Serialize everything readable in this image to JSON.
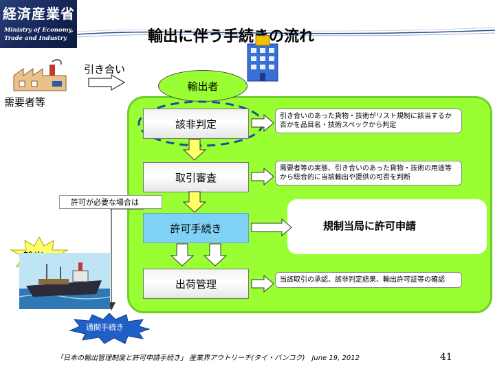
{
  "logo": {
    "jp": "経済産業省",
    "en_line1": "Ministry of Economy,",
    "en_line2": "Trade and Industry"
  },
  "title": "輸出に伴う手続きの流れ",
  "left": {
    "inquiry_label": "引き合い",
    "demander_label": "需要者等",
    "export_label": "輸出",
    "permit_needed_label": "許可が必要な場合は",
    "customs_label": "通関手続き"
  },
  "exporter": "輸出者",
  "steps": [
    {
      "label": "該非判定",
      "desc": "引き合いのあった貨物・技術がリスト規制に該当するか否かを品目名・技術スペックから判定"
    },
    {
      "label": "取引審査",
      "desc": "需要者等の実態、引き合いのあった貨物・技術の用途等から総合的に当該輸出や提供の可否を判断"
    },
    {
      "label": "許可手続き",
      "desc": ""
    },
    {
      "label": "出荷管理",
      "desc": "当該取引の承認、該非判定結果、輸出許可証等の確認"
    }
  ],
  "apply_text": "規制当局に許可申請",
  "footer": "「日本の輸出管理制度と許可申請手続き」 産業界アウトリーチ(タイ・バンコク)　June 19, 2012",
  "page_number": "41",
  "colors": {
    "green": "#99ff33",
    "blue": "#7fd1f5",
    "arrow_yellow": "#ffff66",
    "navy": "#142555",
    "dash_blue": "#1f4e9a"
  }
}
